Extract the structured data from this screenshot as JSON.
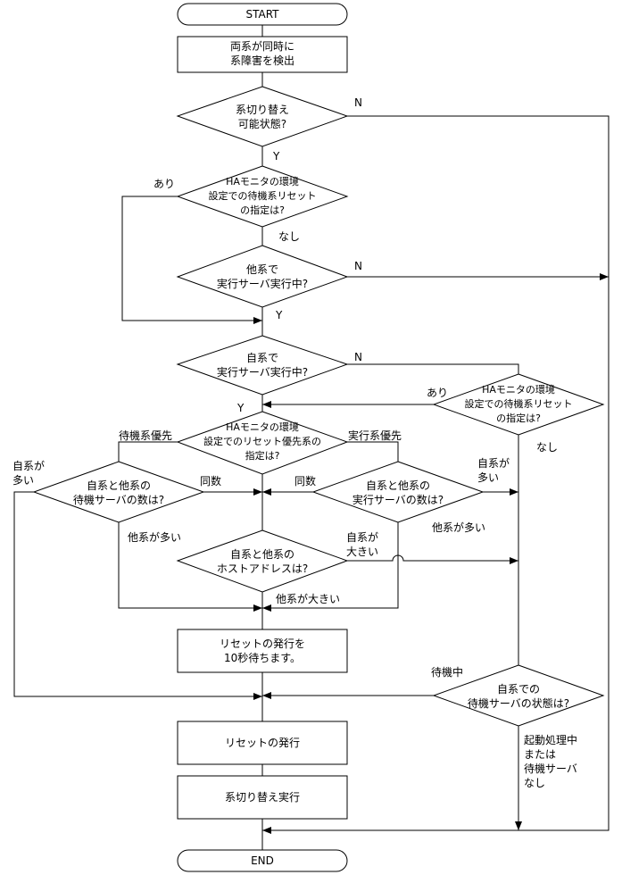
{
  "diagram": {
    "nodes": {
      "start": "START",
      "detect": [
        "両系が同時に",
        "系障害を検出"
      ],
      "can_switch": [
        "系切り替え",
        "可能状態?"
      ],
      "ha_standby_reset_top": [
        "HAモニタの環境",
        "設定での待機系リセット",
        "の指定は?"
      ],
      "other_running": [
        "他系で",
        "実行サーバ実行中?"
      ],
      "self_running": [
        "自系で",
        "実行サーバ実行中?"
      ],
      "ha_standby_reset_right": [
        "HAモニタの環境",
        "設定での待機系リセット",
        "の指定は?"
      ],
      "ha_reset_priority": [
        "HAモニタの環境",
        "設定でのリセット優先系の",
        "指定は?"
      ],
      "standby_count": [
        "自系と他系の",
        "待機サーバの数は?"
      ],
      "active_count": [
        "自系と他系の",
        "実行サーバの数は?"
      ],
      "host_address": [
        "自系と他系の",
        "ホストアドレスは?"
      ],
      "wait_reset": [
        "リセットの発行を",
        "10秒待ちます。"
      ],
      "self_standby_state": [
        "自系での",
        "待機サーバの状態は?"
      ],
      "issue_reset": "リセットの発行",
      "switch_exec": "系切り替え実行",
      "end": "END"
    },
    "labels": {
      "n1": "N",
      "y1": "Y",
      "ari1": "あり",
      "nashi1": "なし",
      "n2": "N",
      "y2": "Y",
      "n3": "N",
      "y3": "Y",
      "ari2": "あり",
      "nashi2": "なし",
      "standby_priority": "待機系優先",
      "active_priority": "実行系優先",
      "self_more_left": [
        "自系が",
        "多い"
      ],
      "same_left": "同数",
      "same_right": "同数",
      "self_more_right": [
        "自系が",
        "多い"
      ],
      "other_more_left": "他系が多い",
      "other_more_right": "他系が多い",
      "self_larger": [
        "自系が",
        "大きい"
      ],
      "other_larger": "他系が大きい",
      "standby_label": "待機中",
      "starting_label": [
        "起動処理中",
        "または",
        "待機サーバ",
        "なし"
      ]
    }
  }
}
